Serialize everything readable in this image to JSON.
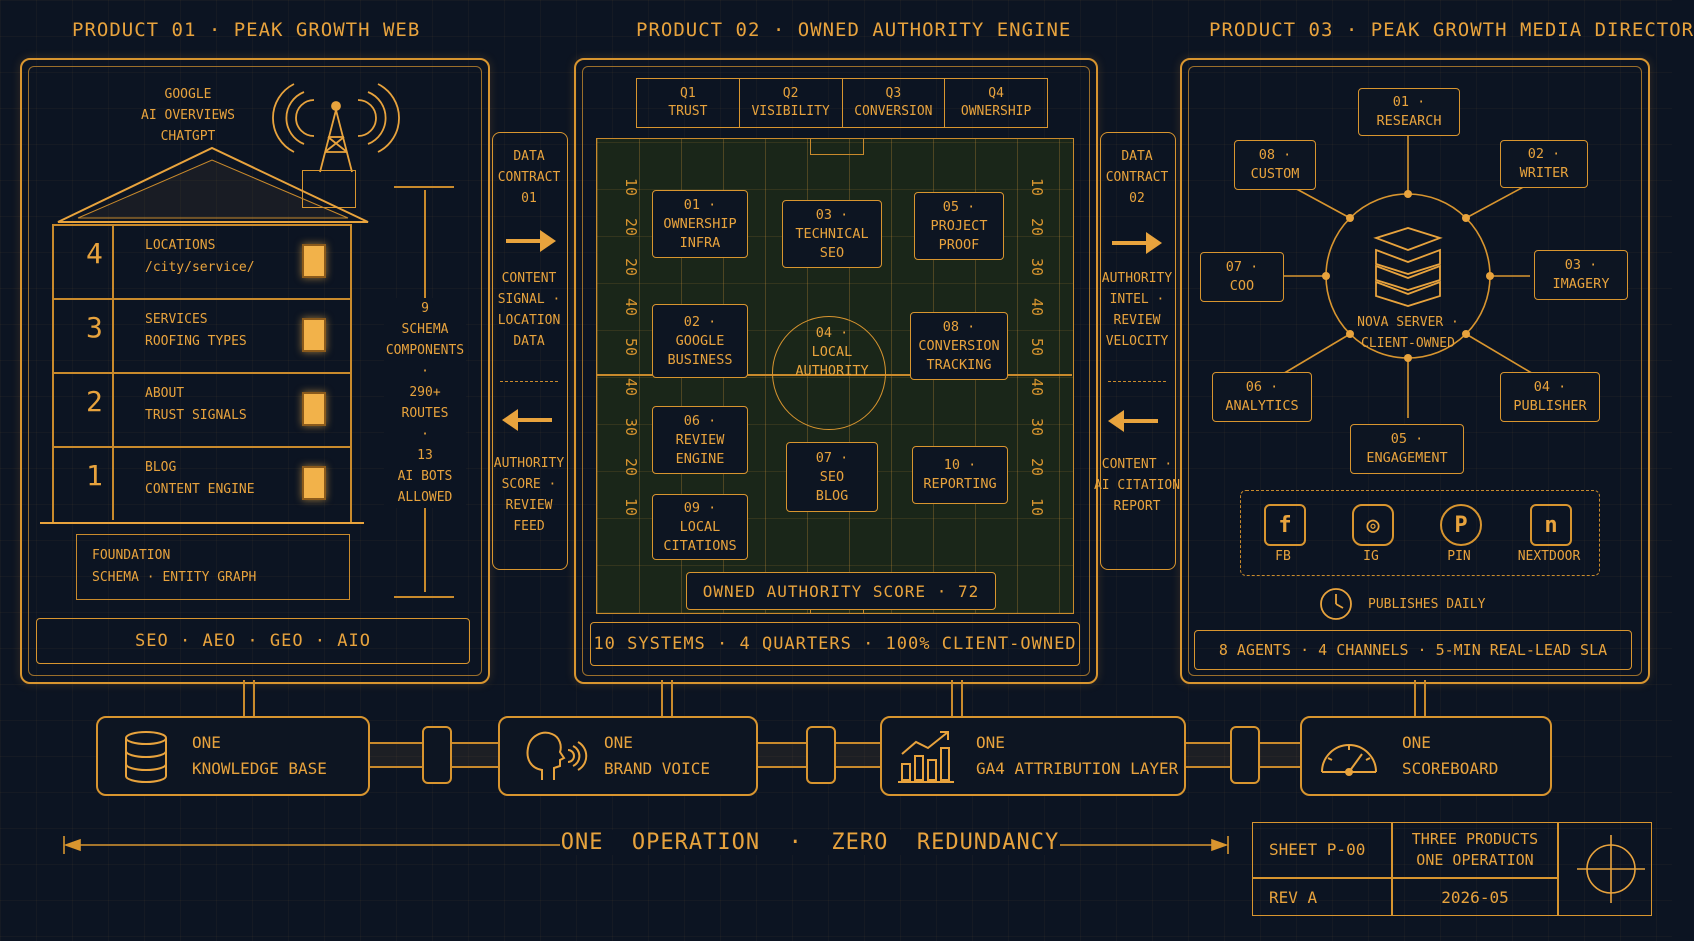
{
  "titles": {
    "p1": "PRODUCT 01 · PEAK GROWTH WEB",
    "p2": "PRODUCT 02 · OWNED AUTHORITY ENGINE",
    "p3": "PRODUCT 03 · PEAK GROWTH MEDIA DIRECTOR"
  },
  "p1": {
    "antenna_label": "GOOGLE\nAI OVERVIEWS\nCHATGPT",
    "floors": [
      {
        "num": "4",
        "line1": "LOCATIONS",
        "line2": "/city/service/"
      },
      {
        "num": "3",
        "line1": "SERVICES",
        "line2": "ROOFING TYPES"
      },
      {
        "num": "2",
        "line1": "ABOUT",
        "line2": "TRUST SIGNALS"
      },
      {
        "num": "1",
        "line1": "BLOG",
        "line2": "CONTENT ENGINE"
      }
    ],
    "foundation_l1": "FOUNDATION",
    "foundation_l2": "SCHEMA · ENTITY GRAPH",
    "stats": "9\nSCHEMA\nCOMPONENTS\n·\n290+\nROUTES\n·\n13\nAI BOTS\nALLOWED",
    "band": "SEO  ·  AEO  ·  GEO  ·  AIO"
  },
  "contract1": {
    "title": "DATA\nCONTRACT\n01",
    "forward": "CONTENT\nSIGNAL ·\nLOCATION\nDATA",
    "back": "AUTHORITY\nSCORE ·\nREVIEW\nFEED"
  },
  "contract2": {
    "title": "DATA\nCONTRACT\n02",
    "forward": "AUTHORITY\nINTEL ·\nREVIEW\nVELOCITY",
    "back": "CONTENT ·\nAI CITATION\nREPORT"
  },
  "p2": {
    "quarters": [
      {
        "q": "Q1",
        "name": "TRUST"
      },
      {
        "q": "Q2",
        "name": "VISIBILITY"
      },
      {
        "q": "Q3",
        "name": "CONVERSION"
      },
      {
        "q": "Q4",
        "name": "OWNERSHIP"
      }
    ],
    "yards_left": [
      "10",
      "20",
      "20",
      "40",
      "50",
      "40",
      "30",
      "20",
      "10"
    ],
    "yards_right": [
      "10",
      "20",
      "30",
      "40",
      "50",
      "40",
      "30",
      "20",
      "10"
    ],
    "systems": [
      {
        "id": "01 ·",
        "l1": "OWNERSHIP",
        "l2": "INFRA"
      },
      {
        "id": "03 ·",
        "l1": "TECHNICAL",
        "l2": "SEO"
      },
      {
        "id": "05 ·",
        "l1": "PROJECT",
        "l2": "PROOF"
      },
      {
        "id": "02 ·",
        "l1": "GOOGLE",
        "l2": "BUSINESS"
      },
      {
        "id": "04 ·",
        "l1": "LOCAL",
        "l2": "AUTHORITY"
      },
      {
        "id": "08 ·",
        "l1": "CONVERSION",
        "l2": "TRACKING"
      },
      {
        "id": "06 ·",
        "l1": "REVIEW",
        "l2": "ENGINE"
      },
      {
        "id": "07 ·",
        "l1": "SEO",
        "l2": "BLOG"
      },
      {
        "id": "10 ·",
        "l1": "REPORTING",
        "l2": ""
      },
      {
        "id": "09 ·",
        "l1": "LOCAL",
        "l2": "CITATIONS"
      }
    ],
    "score": "OWNED AUTHORITY SCORE · 72",
    "band": "10 SYSTEMS  ·  4 QUARTERS  ·  100% CLIENT-OWNED"
  },
  "p3": {
    "server_l1": "NOVA SERVER ·",
    "server_l2": "CLIENT-OWNED",
    "agents": [
      {
        "id": "01 ·",
        "name": "RESEARCH"
      },
      {
        "id": "02 ·",
        "name": "WRITER"
      },
      {
        "id": "03 ·",
        "name": "IMAGERY"
      },
      {
        "id": "04 ·",
        "name": "PUBLISHER"
      },
      {
        "id": "05 ·",
        "name": "ENGAGEMENT"
      },
      {
        "id": "06 ·",
        "name": "ANALYTICS"
      },
      {
        "id": "07 ·",
        "name": "COO"
      },
      {
        "id": "08 ·",
        "name": "CUSTOM"
      }
    ],
    "channels": [
      {
        "icon": "f",
        "name": "FB"
      },
      {
        "icon": "◎",
        "name": "IG"
      },
      {
        "icon": "P",
        "name": "PIN"
      },
      {
        "icon": "n",
        "name": "NEXTDOOR"
      }
    ],
    "publishes": "PUBLISHES DAILY",
    "band": "8 AGENTS  ·  4 CHANNELS  ·  5-MIN REAL-LEAD SLA"
  },
  "modules": [
    {
      "l1": "ONE",
      "l2": "KNOWLEDGE BASE"
    },
    {
      "l1": "ONE",
      "l2": "BRAND VOICE"
    },
    {
      "l1": "ONE",
      "l2": "GA4 ATTRIBUTION LAYER"
    },
    {
      "l1": "ONE",
      "l2": "SCOREBOARD"
    }
  ],
  "tagline": "ONE  OPERATION  ·  ZERO  REDUNDANCY",
  "sheet": {
    "sheet": "SHEET P-00",
    "desc_l1": "THREE PRODUCTS",
    "desc_l2": "ONE OPERATION",
    "rev": "REV A",
    "date": "2026-05"
  },
  "colors": {
    "accent": "#e8a33d",
    "background": "#0c1422",
    "field": "#1d2a1c"
  }
}
